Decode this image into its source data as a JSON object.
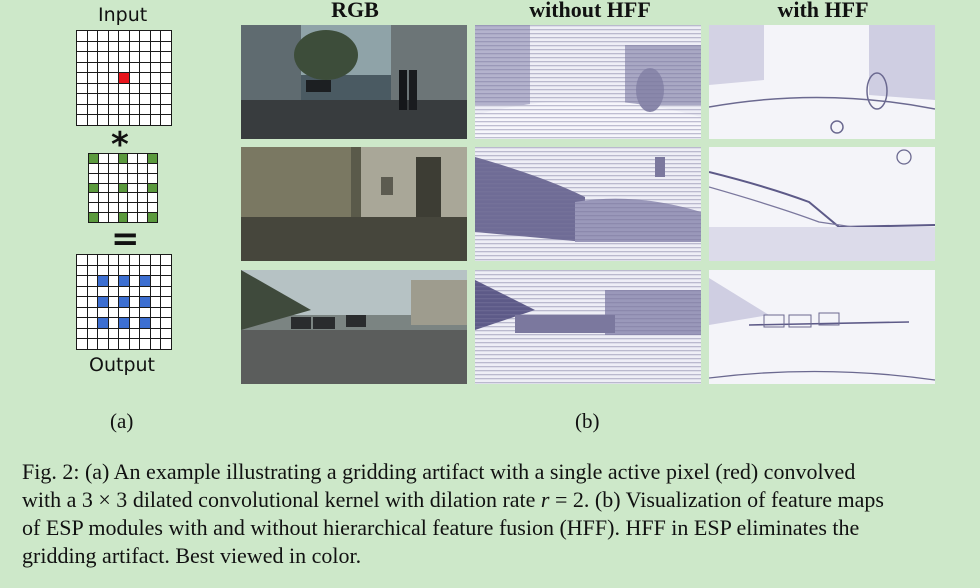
{
  "panel_a": {
    "input_label": "Input",
    "operator_convolve": "*",
    "operator_equals": "=",
    "output_label": "Output",
    "grid_size": 9,
    "kernel_size": 7,
    "colors": {
      "active": "#e8141b",
      "kernel": "#5b9a3d",
      "output": "#3d6fd1",
      "grid_line": "#1a1a1a"
    }
  },
  "panel_b": {
    "headers": [
      "RGB",
      "without HFF",
      "with HFF"
    ],
    "rows": [
      {
        "rgb": "street-scene-1",
        "without_hff": "feature-map-1-gridded",
        "with_hff": "feature-map-1-smooth"
      },
      {
        "rgb": "street-scene-2",
        "without_hff": "feature-map-2-gridded",
        "with_hff": "feature-map-2-smooth"
      },
      {
        "rgb": "street-scene-3",
        "without_hff": "feature-map-3-gridded",
        "with_hff": "feature-map-3-smooth"
      }
    ]
  },
  "sublabels": {
    "a": "(a)",
    "b": "(b)"
  },
  "caption": {
    "line1": "Fig. 2: (a) An example illustrating a gridding artifact with a single active pixel (red) convolved",
    "line2_pre": "with a ",
    "line2_math": "3 × 3",
    "line2_mid": " dilated convolutional kernel with dilation rate ",
    "line2_var": "r",
    "line2_eq": " = 2",
    "line2_post": ". (b) Visualization of feature maps",
    "line3": "of ESP modules with and without hierarchical feature fusion (HFF). HFF in ESP eliminates the",
    "line4": "gridding artifact. Best viewed in color."
  }
}
